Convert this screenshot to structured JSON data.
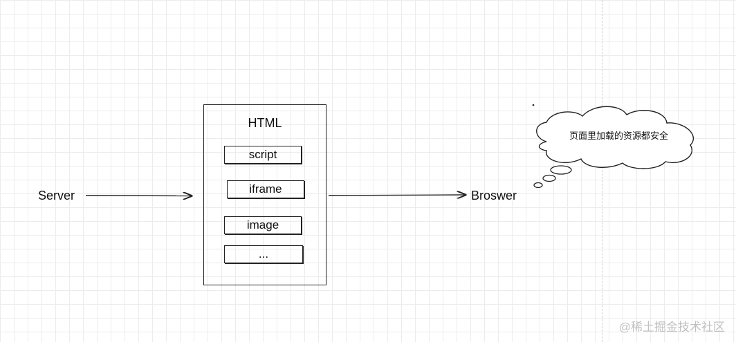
{
  "labels": {
    "server": "Server",
    "browser": "Broswer",
    "html_title": "HTML"
  },
  "html_items": [
    "script",
    "iframe",
    "image",
    "..."
  ],
  "thought_bubble": {
    "text": "页面里加载的资源都安全"
  },
  "watermark": "@稀土掘金技术社区",
  "colors": {
    "stroke": "#222222",
    "grid": "#ececec",
    "watermark": "#c0c0c0"
  }
}
